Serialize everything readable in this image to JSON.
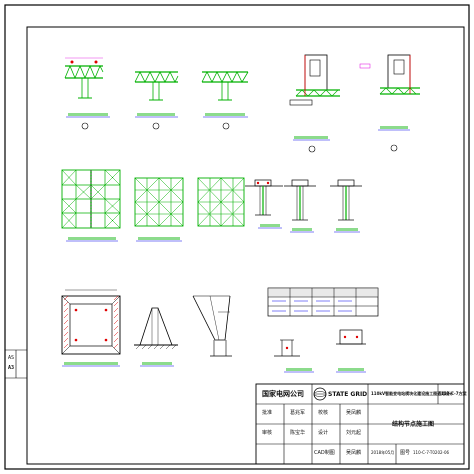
{
  "sheet_label": "A3",
  "side_tag": "AS",
  "title_block": {
    "company": "国家电网公司",
    "brand": "STATE GRID",
    "project_title": "110kV智能变电站模块化建设施工图通用设计",
    "scheme": "110-C-7方案",
    "drawing_name": "结构节点施工图",
    "drawing_no_label": "图号",
    "drawing_no": "110-C-7-T0202-06",
    "date": "2018年05月",
    "roles": [
      {
        "role": "批准",
        "name": "葛兆军"
      },
      {
        "role": "审核",
        "name": "陈宝华"
      },
      {
        "role": "校核",
        "name": "吴凤麟"
      },
      {
        "role": "设计",
        "name": "CAD制图"
      }
    ],
    "signatures": [
      "刘元起",
      "吴凤麟"
    ]
  },
  "colors": {
    "frame": "#000000",
    "truss": "#00b000",
    "detail_label": "#0000ee",
    "accent_red": "#e00000",
    "accent_magenta": "#e000e0",
    "hatch": "#c0c0c0"
  },
  "icons": {
    "logo": "state-grid-logo-icon"
  }
}
